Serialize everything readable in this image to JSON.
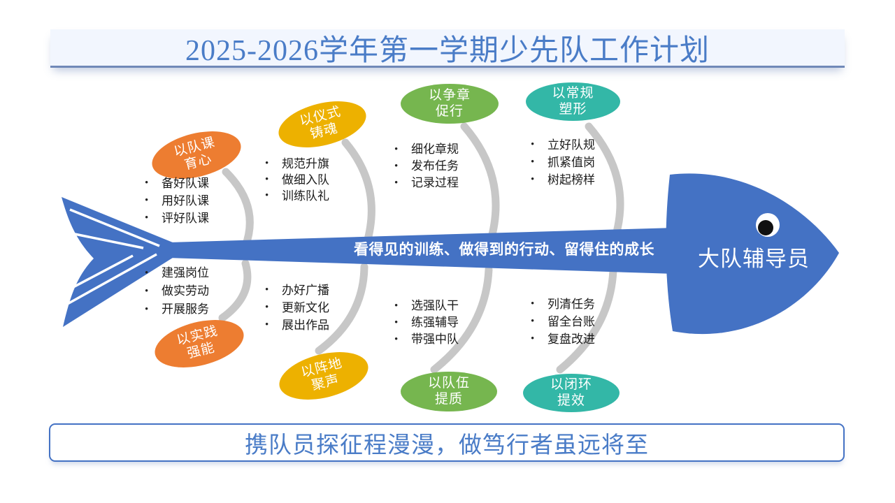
{
  "title": "2025-2026学年第一学期少先队工作计划",
  "footer": "携队员探征程漫漫，做笃行者虽远将至",
  "fish": {
    "spine_text": "看得见的训练、做得到的行动、留得住的成长",
    "head_label": "大队辅导员",
    "body_color": "#4472C4",
    "rib_color": "#C7C7C7",
    "eye_white": "#ffffff",
    "eye_pupil": "#111111"
  },
  "accent": {
    "title_blue": "#4A7CC7",
    "banner_border": "#4472C4"
  },
  "branches": {
    "top": [
      {
        "label": "以队课\n育心",
        "color": "#ED7D31",
        "items": [
          "备好队课",
          "用好队课",
          "评好队课"
        ]
      },
      {
        "label": "以仪式\n铸魂",
        "color": "#EDB100",
        "items": [
          "规范升旗",
          "做细入队",
          "训练队礼"
        ]
      },
      {
        "label": "以争章\n促行",
        "color": "#76B64F",
        "items": [
          "细化章规",
          "发布任务",
          "记录过程"
        ]
      },
      {
        "label": "以常规\n塑形",
        "color": "#33B7A7",
        "items": [
          "立好队规",
          "抓紧值岗",
          "树起榜样"
        ]
      }
    ],
    "bottom": [
      {
        "label": "以实践\n强能",
        "color": "#ED7D31",
        "items": [
          "建强岗位",
          "做实劳动",
          "开展服务"
        ]
      },
      {
        "label": "以阵地\n聚声",
        "color": "#EDB100",
        "items": [
          "办好广播",
          "更新文化",
          "展出作品"
        ]
      },
      {
        "label": "以队伍\n提质",
        "color": "#76B64F",
        "items": [
          "选强队干",
          "练强辅导",
          "带强中队"
        ]
      },
      {
        "label": "以闭环\n提效",
        "color": "#33B7A7",
        "items": [
          "列清任务",
          "留全台账",
          "复盘改进"
        ]
      }
    ]
  }
}
